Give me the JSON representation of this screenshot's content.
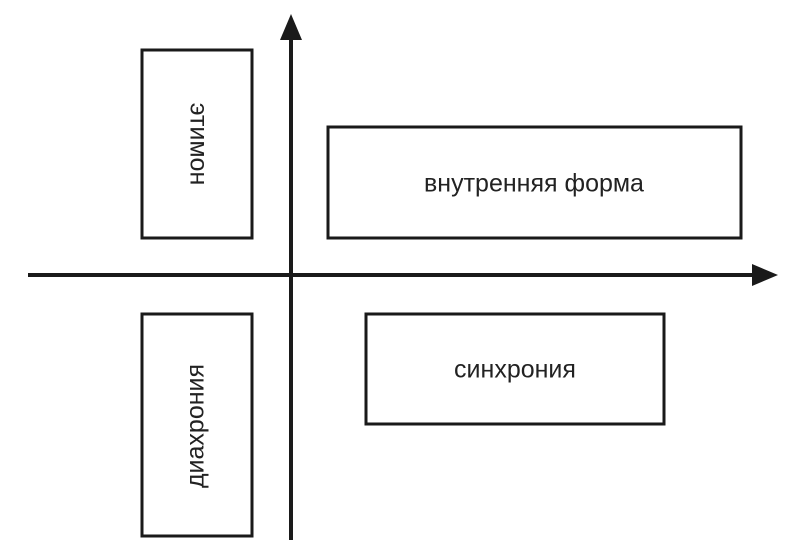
{
  "diagram": {
    "boxes": {
      "etimon": "этимон",
      "inner_form": "внутренняя форма",
      "diachrony": "диахрония",
      "synchrony": "синхрония"
    },
    "colors": {
      "stroke": "#1a1a1a",
      "text": "#222222",
      "background": "#ffffff"
    }
  }
}
